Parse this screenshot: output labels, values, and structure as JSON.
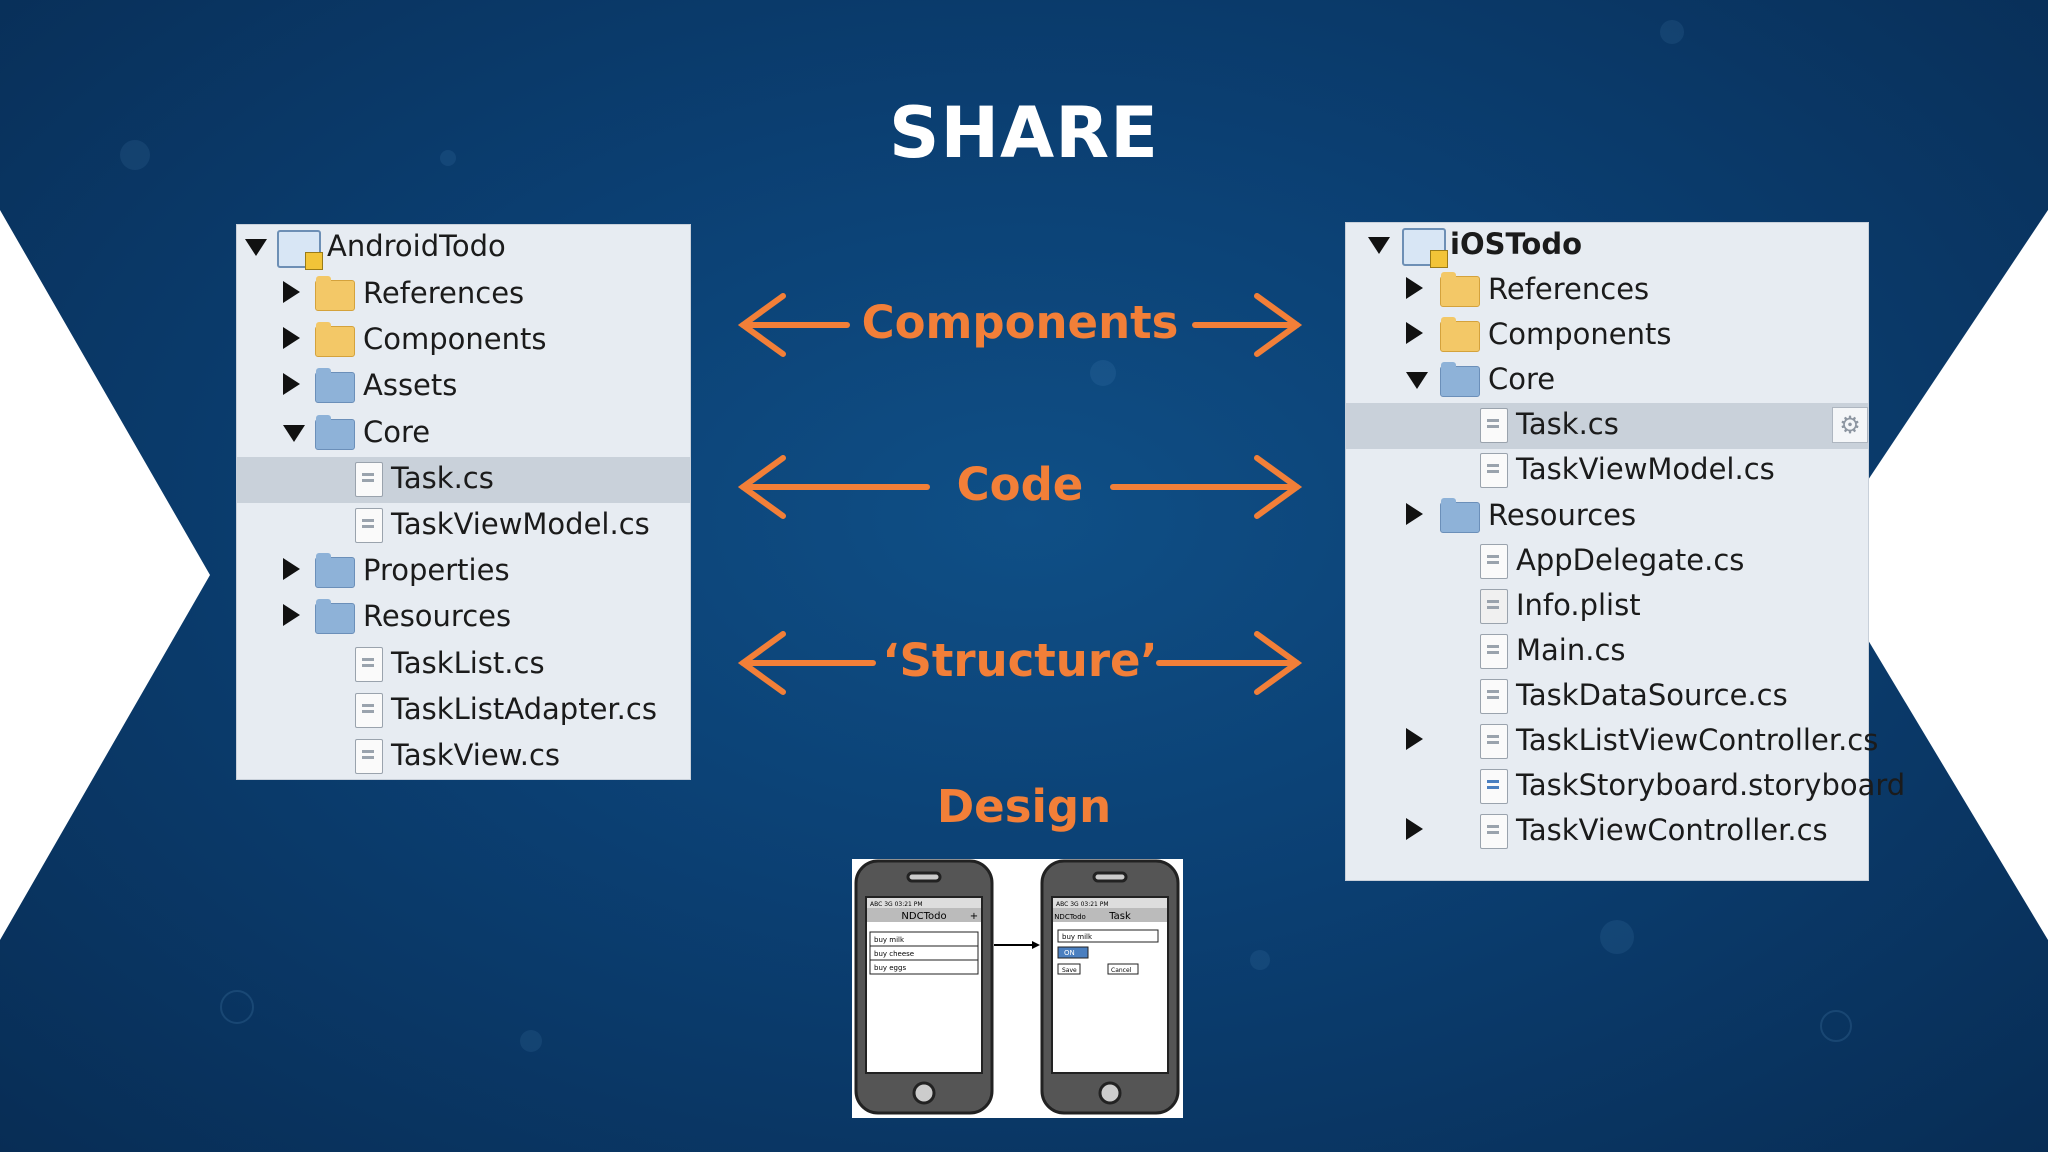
{
  "slide": {
    "title": "SHARE",
    "design_label": "Design",
    "colors": {
      "accent": "#f27f38",
      "background": "#0b3f72",
      "tree_background": "#e7ecf2",
      "tree_selected": "#c9d1da"
    }
  },
  "connectors": {
    "components": "Components",
    "code": "Code",
    "structure": "‘Structure’"
  },
  "android_tree": {
    "project": "AndroidTodo",
    "items": [
      {
        "label": "References",
        "type": "folder-yellow",
        "expander": "collapsed"
      },
      {
        "label": "Components",
        "type": "folder-yellow",
        "expander": "collapsed"
      },
      {
        "label": "Assets",
        "type": "folder-blue",
        "expander": "collapsed"
      },
      {
        "label": "Core",
        "type": "folder-blue",
        "expander": "expanded"
      },
      {
        "label": "Task.cs",
        "type": "file",
        "selected": true
      },
      {
        "label": "TaskViewModel.cs",
        "type": "file"
      },
      {
        "label": "Properties",
        "type": "folder-blue",
        "expander": "collapsed"
      },
      {
        "label": "Resources",
        "type": "folder-blue",
        "expander": "collapsed"
      },
      {
        "label": "TaskList.cs",
        "type": "file"
      },
      {
        "label": "TaskListAdapter.cs",
        "type": "file"
      },
      {
        "label": "TaskView.cs",
        "type": "file"
      }
    ]
  },
  "ios_tree": {
    "project": "iOSTodo",
    "items": [
      {
        "label": "References",
        "type": "folder-yellow",
        "expander": "collapsed"
      },
      {
        "label": "Components",
        "type": "folder-yellow",
        "expander": "collapsed"
      },
      {
        "label": "Core",
        "type": "folder-blue",
        "expander": "expanded"
      },
      {
        "label": "Task.cs",
        "type": "file",
        "selected": true
      },
      {
        "label": "TaskViewModel.cs",
        "type": "file"
      },
      {
        "label": "Resources",
        "type": "folder-blue",
        "expander": "collapsed"
      },
      {
        "label": "AppDelegate.cs",
        "type": "file"
      },
      {
        "label": "Info.plist",
        "type": "plist"
      },
      {
        "label": "Main.cs",
        "type": "file"
      },
      {
        "label": "TaskDataSource.cs",
        "type": "file"
      },
      {
        "label": "TaskListViewController.cs",
        "type": "file",
        "expander": "collapsed"
      },
      {
        "label": "TaskStoryboard.storyboard",
        "type": "storyboard"
      },
      {
        "label": "TaskViewController.cs",
        "type": "file",
        "expander": "collapsed"
      }
    ]
  },
  "mockup": {
    "screen1": {
      "title": "NDCTodo",
      "status": "ABC 3G 03:21 PM",
      "add_button": "+",
      "items": [
        "buy milk",
        "buy cheese",
        "buy eggs"
      ]
    },
    "screen2": {
      "title": "Task",
      "back_button": "NDCTodo",
      "status": "ABC 3G 03:21 PM",
      "field_value": "buy milk",
      "toggle_label": "ON",
      "save_label": "Save",
      "cancel_label": "Cancel"
    }
  }
}
